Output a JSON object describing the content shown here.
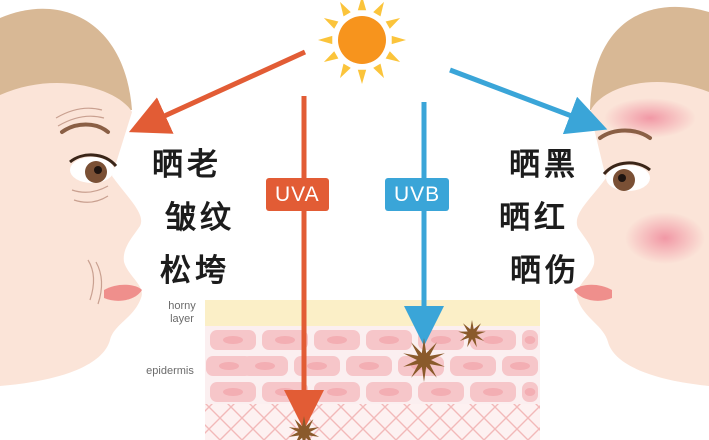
{
  "labels": {
    "uva": "UVA",
    "uvb": "UVB",
    "left_effects": [
      "晒老",
      "皱纹",
      "松垮"
    ],
    "right_effects": [
      "晒黑",
      "晒红",
      "晒伤"
    ],
    "skin_layers": {
      "horny_line1": "horny",
      "horny_line2": "layer",
      "epidermis": "epidermis"
    }
  },
  "colors": {
    "uva": "#e25c35",
    "uvb": "#3aa5d8",
    "sun": "#f7941d",
    "sun_rays": "#fbc43b",
    "skin": "#fbe4d8",
    "hair": "#d8b895",
    "horny_layer": "#fbefc7",
    "cells": "#f6c6c9",
    "damage": "#8a5a2b"
  },
  "icons": {
    "sun": "sun-icon",
    "damage": "starburst-icon"
  }
}
